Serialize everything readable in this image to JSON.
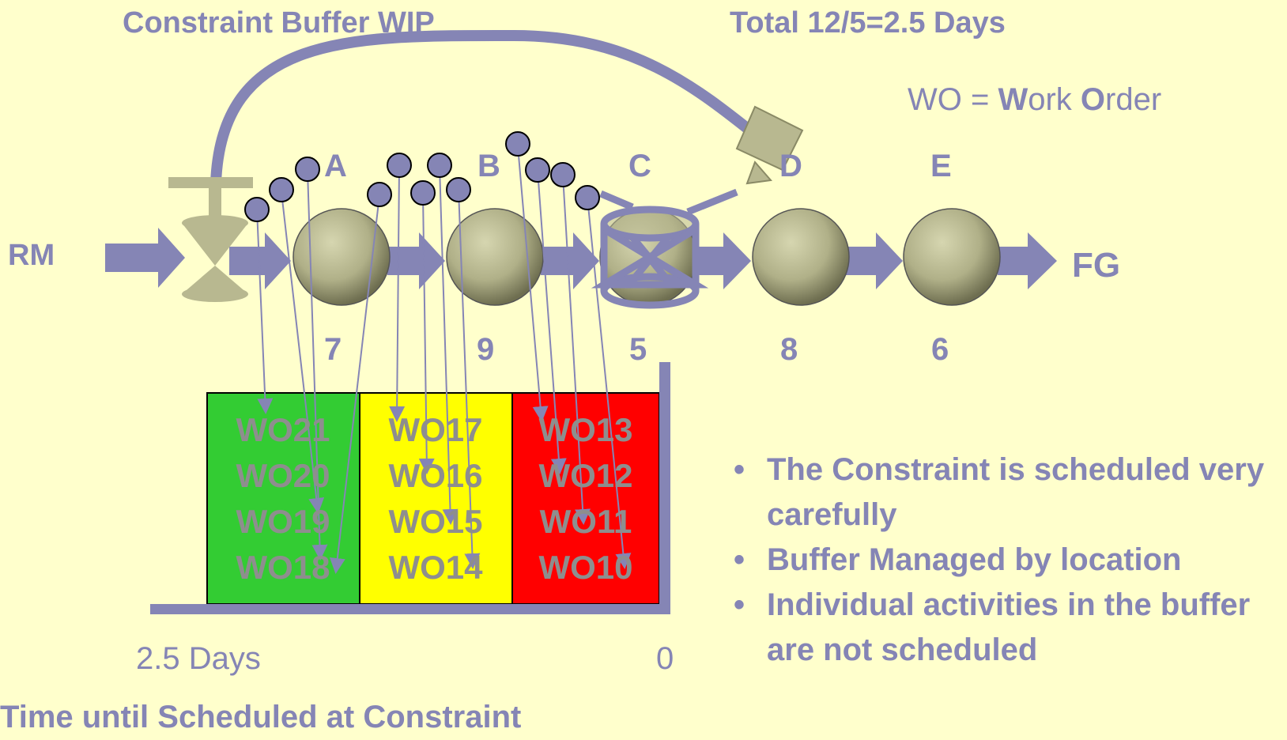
{
  "title_left": "Constraint Buffer WIP",
  "title_right": "Total 12/5=2.5 Days",
  "legend": {
    "prefix": "WO = ",
    "w": "W",
    "ork": "ork ",
    "o": "O",
    "rder": "rder"
  },
  "raw_material": "RM",
  "finished_goods": "FG",
  "stations": [
    {
      "letter": "A",
      "number": "7"
    },
    {
      "letter": "B",
      "number": "9"
    },
    {
      "letter": "C",
      "number": "5"
    },
    {
      "letter": "D",
      "number": "8"
    },
    {
      "letter": "E",
      "number": "6"
    }
  ],
  "buffer_zones": [
    {
      "color": "#33cc33",
      "orders": [
        "WO21",
        "WO20",
        "WO19",
        "WO18"
      ]
    },
    {
      "color": "#ffff00",
      "orders": [
        "WO17",
        "WO16",
        "WO15",
        "WO14"
      ]
    },
    {
      "color": "#ff0000",
      "orders": [
        "WO13",
        "WO12",
        "WO11",
        "WO10"
      ]
    }
  ],
  "axis": {
    "left_label": "2.5 Days",
    "right_label": "0",
    "title": "Time until Scheduled at Constraint"
  },
  "bullets": [
    "The Constraint is scheduled very carefully",
    "Buffer Managed by location",
    "Individual activities in the buffer are not scheduled"
  ],
  "colors": {
    "background": "#ffffcc",
    "text": "#8585b5",
    "machine": "#b8b890",
    "flow": "#8585b5"
  }
}
